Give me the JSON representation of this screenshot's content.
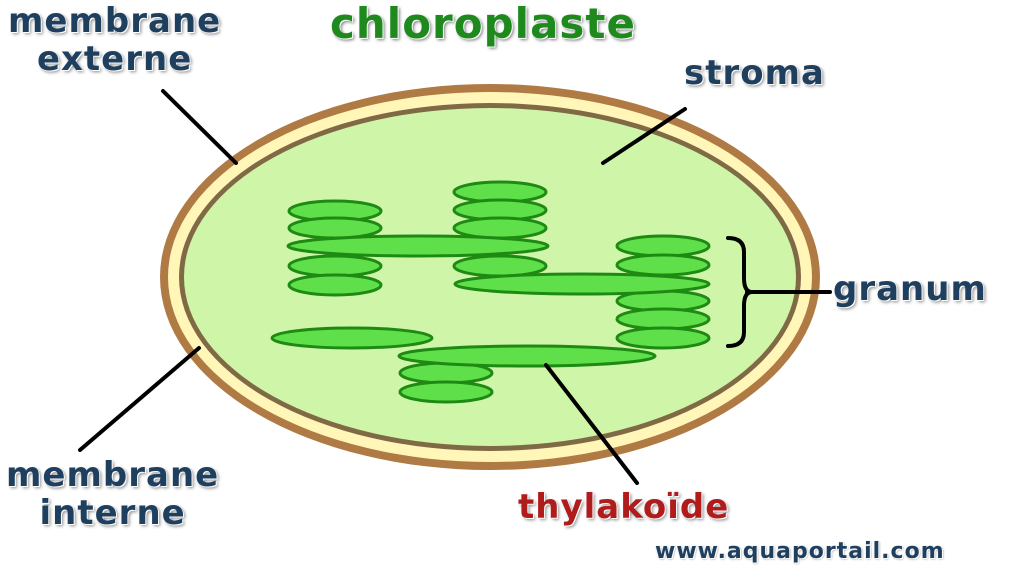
{
  "title": "chloroplaste",
  "labels": {
    "membrane_externe": [
      "membrane",
      "externe"
    ],
    "stroma": "stroma",
    "granum": "granum",
    "membrane_interne": [
      "membrane",
      "interne"
    ],
    "thylakoide": "thylakoïde"
  },
  "watermark": "www.aquaportail.com",
  "colors": {
    "outer_membrane": "#b07a44",
    "inner_gap": "#fff6b8",
    "inner_membrane": "#806a46",
    "stroma": "#cff5a8",
    "thylakoid_fill": "#5fe04a",
    "thylakoid_stroke": "#1e8a14",
    "label_text": "#1f3f5f",
    "title_text": "#1e8a1e",
    "highlight_text": "#b01c1c"
  }
}
